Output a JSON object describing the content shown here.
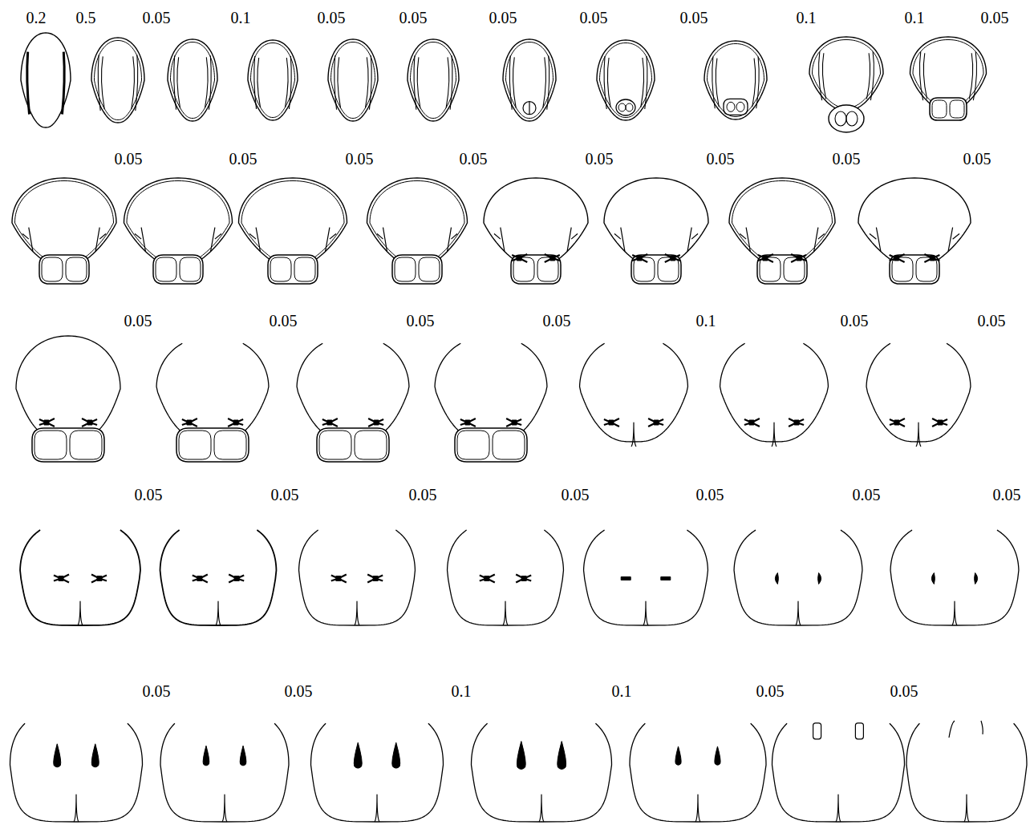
{
  "diagram": {
    "labels": [
      "0.2",
      "0.5",
      "0.05",
      "0.1",
      "0.05",
      "0.05",
      "0.05",
      "0.05",
      "0.05",
      "0.1",
      "0.1",
      "0.05",
      "0.05",
      "0.05",
      "0.05",
      "0.05",
      "0.05",
      "0.05",
      "0.05",
      "0.05",
      "0.05",
      "0.05",
      "0.05",
      "0.05",
      "0.1",
      "0.05",
      "0.05",
      "0.05",
      "0.05",
      "0.05",
      "0.05",
      "0.05",
      "0.05",
      "0.05",
      "0.05",
      "0.05",
      "0.1",
      "0.1",
      "0.05",
      "0.05"
    ]
  }
}
